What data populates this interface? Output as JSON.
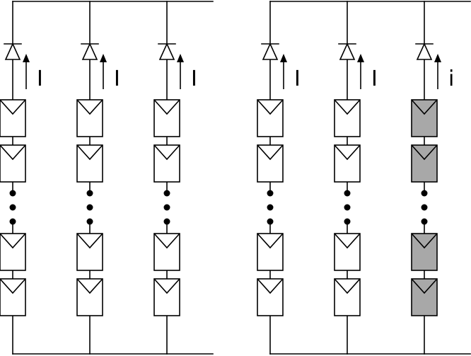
{
  "colors": {
    "line": "#000000",
    "panel_normal": "#ffffff",
    "panel_shaded": "#a8a8a8",
    "background": "#ffffff"
  },
  "arrays": [
    {
      "strings": [
        {
          "current_label": "I",
          "shaded": false
        },
        {
          "current_label": "I",
          "shaded": false
        },
        {
          "current_label": "I",
          "shaded": false
        }
      ]
    },
    {
      "strings": [
        {
          "current_label": "I",
          "shaded": false
        },
        {
          "current_label": "I",
          "shaded": false
        },
        {
          "current_label": "i",
          "shaded": true
        }
      ]
    }
  ]
}
